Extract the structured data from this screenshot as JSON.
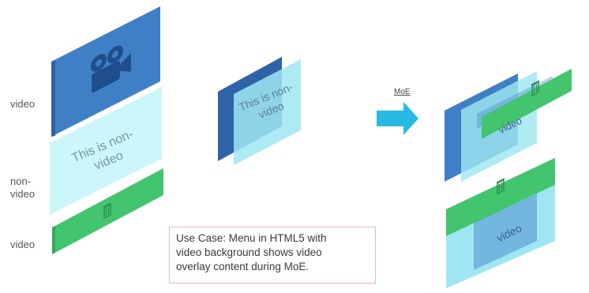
{
  "labels": {
    "video_top": "video",
    "non_video_line1": "non-",
    "non_video_line2": "video",
    "video_bottom": "video"
  },
  "layers": {
    "non_video_line1": "This is non-",
    "non_video_line2": "video"
  },
  "arrow": {
    "label": "MoE"
  },
  "caption": {
    "line1": "Use Case: Menu in HTML5 with",
    "line2": "video background shows video",
    "line3": "overlay content during MoE."
  },
  "colors": {
    "video_blue": "#3f7fc6",
    "video_blue_dark": "#2e63a8",
    "non_video_cyan": "#cdf6fb",
    "overlay_green": "#43c46e",
    "arrow_cyan": "#27b9e3"
  },
  "icons": [
    "video-camera-icon",
    "trash-can-icon",
    "arrow-right-icon"
  ]
}
